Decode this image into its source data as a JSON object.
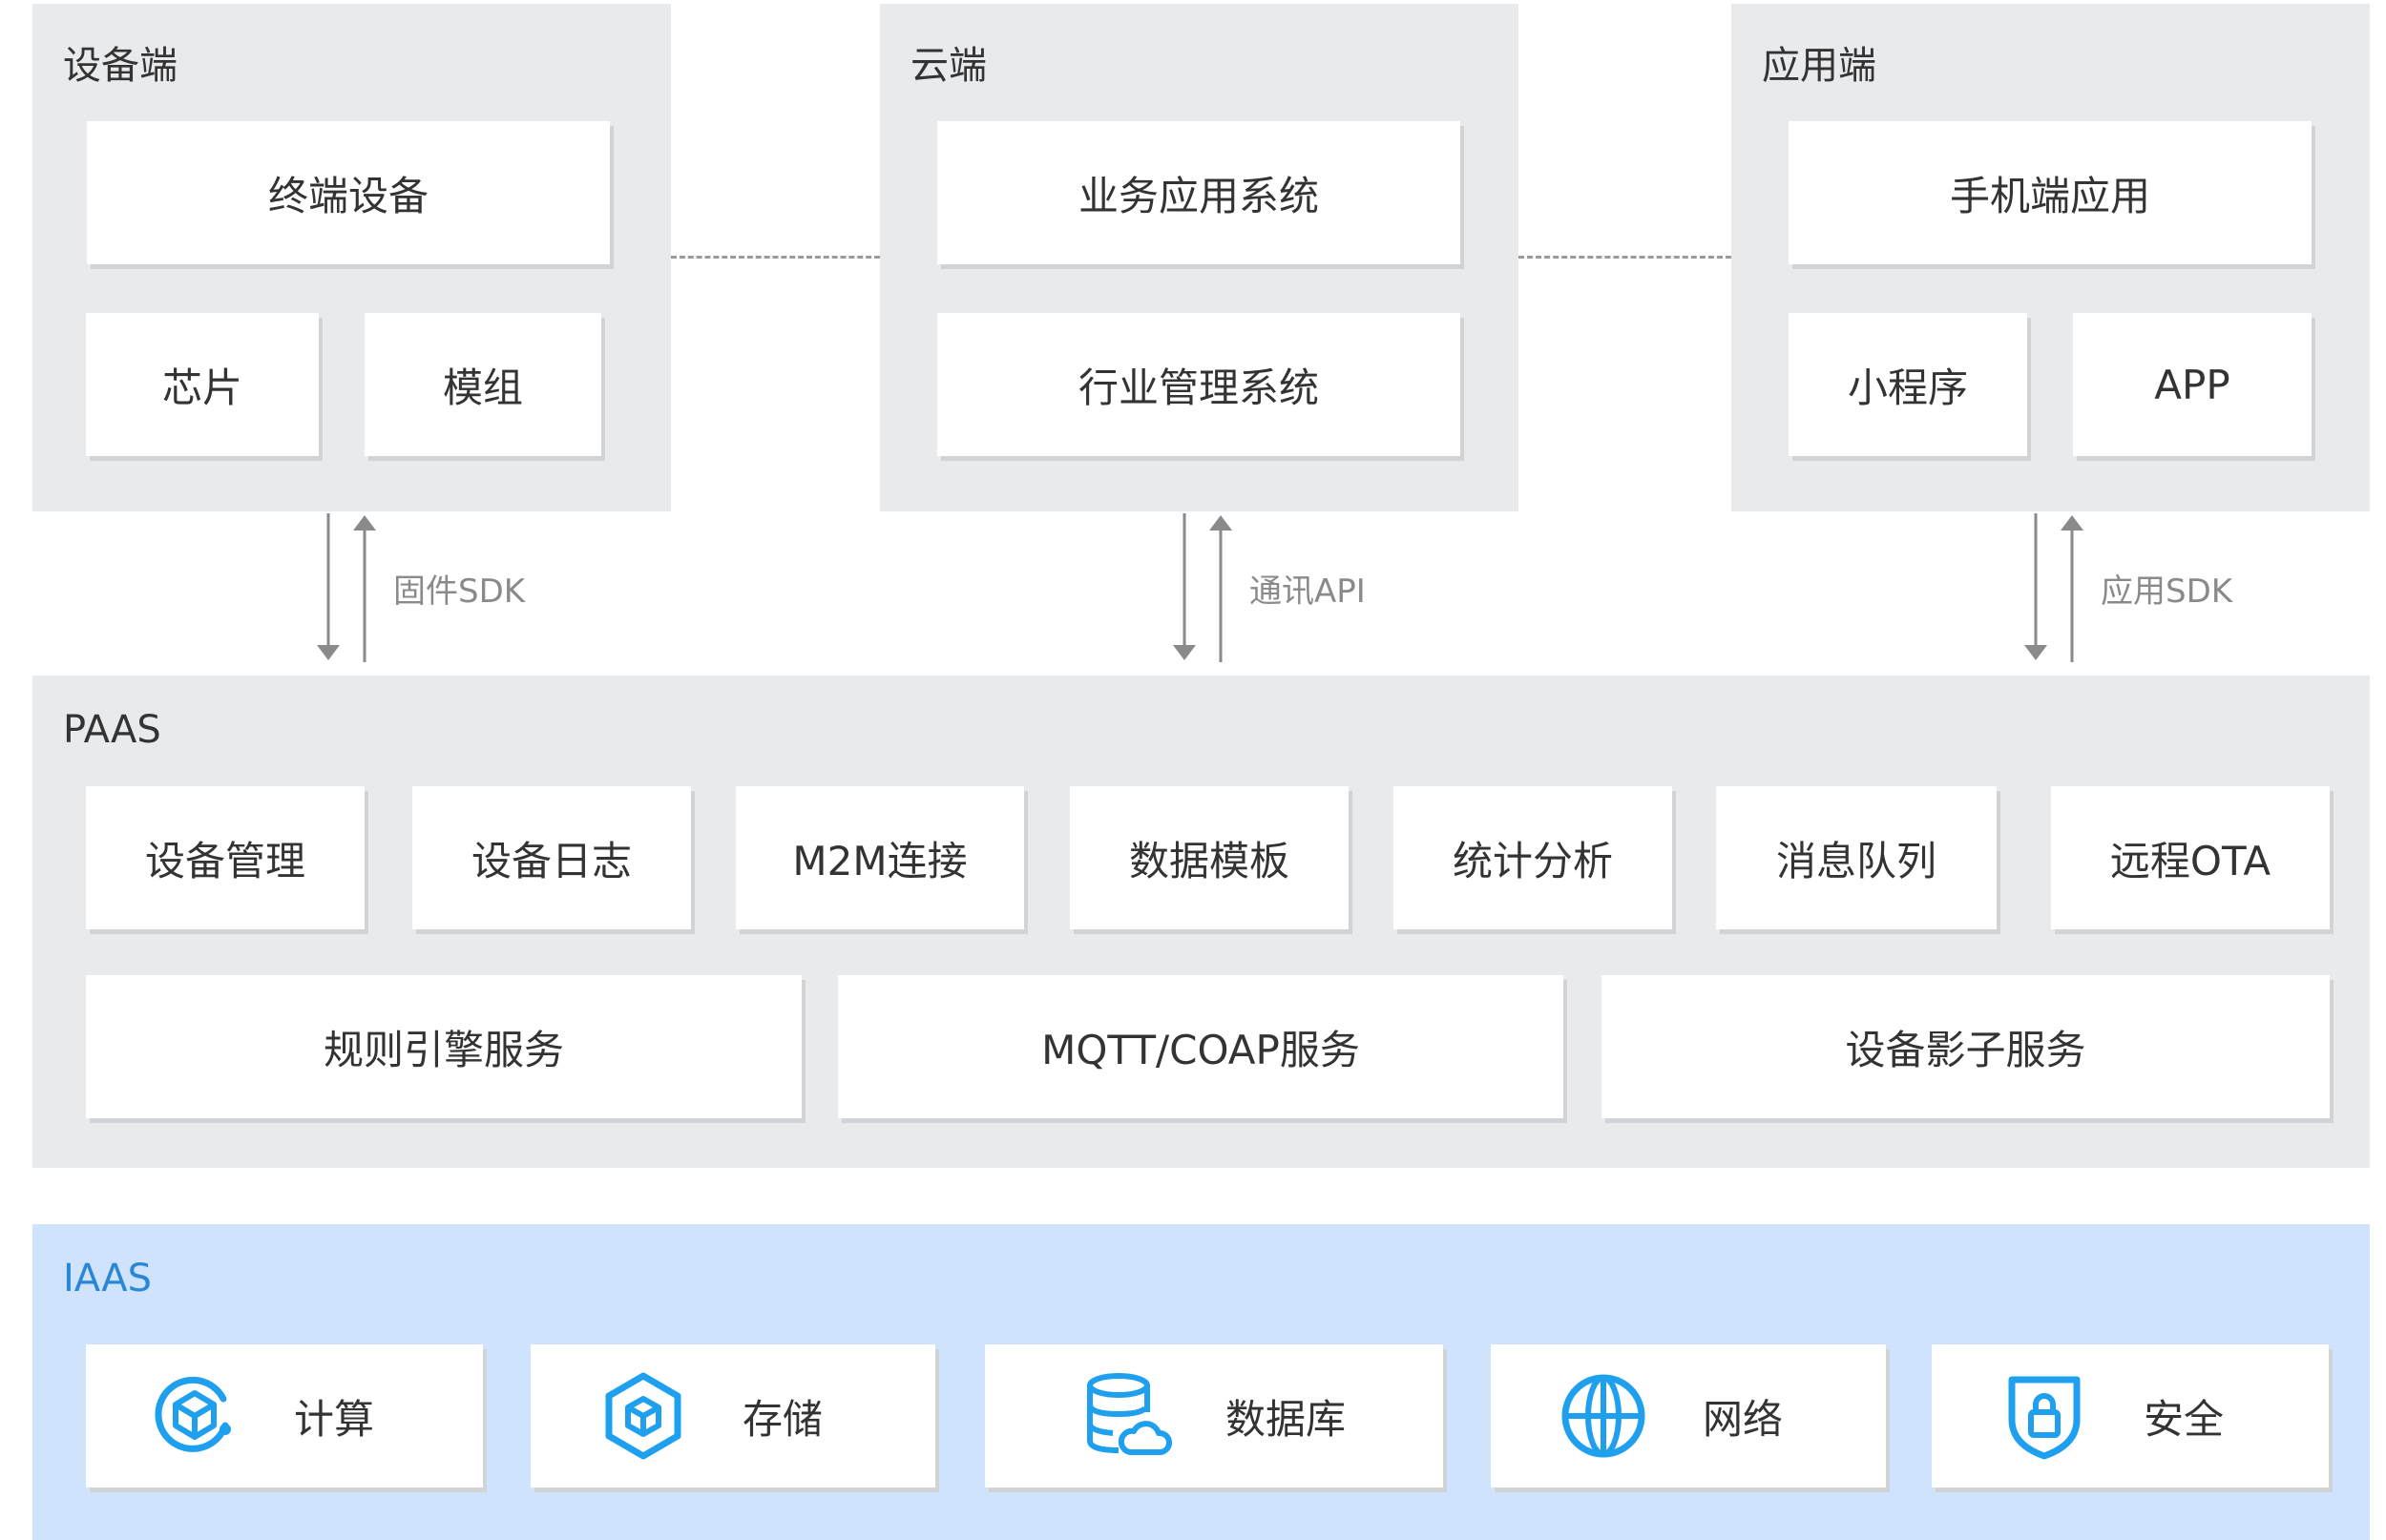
{
  "device_side": {
    "title": "设备端",
    "terminal": "终端设备",
    "chip": "芯片",
    "module": "模组"
  },
  "cloud_side": {
    "title": "云端",
    "business_app": "业务应用系统",
    "industry_mgmt": "行业管理系统"
  },
  "app_side": {
    "title": "应用端",
    "mobile_app": "手机端应用",
    "mini_program": "小程序",
    "app": "APP"
  },
  "connectors": {
    "firmware_sdk": "固件SDK",
    "comm_api": "通讯API",
    "app_sdk": "应用SDK"
  },
  "paas": {
    "title": "PAAS",
    "services": [
      "设备管理",
      "设备日志",
      "M2M连接",
      "数据模板",
      "统计分析",
      "消息队列",
      "远程OTA"
    ],
    "core_services": [
      "规则引擎服务",
      "MQTT/COAP服务",
      "设备影子服务"
    ]
  },
  "iaas": {
    "title": "IAAS",
    "items": [
      {
        "label": "计算",
        "icon": "compute-icon"
      },
      {
        "label": "存储",
        "icon": "storage-icon"
      },
      {
        "label": "数据库",
        "icon": "database-icon"
      },
      {
        "label": "网络",
        "icon": "network-icon"
      },
      {
        "label": "安全",
        "icon": "security-icon"
      }
    ]
  },
  "colors": {
    "panel_gray": "#e9eaec",
    "panel_blue": "#cfe3fc",
    "accent_blue": "#2a86d6",
    "icon_blue": "#1ea0ee",
    "text": "#333333",
    "connector": "#8a8a8a"
  }
}
